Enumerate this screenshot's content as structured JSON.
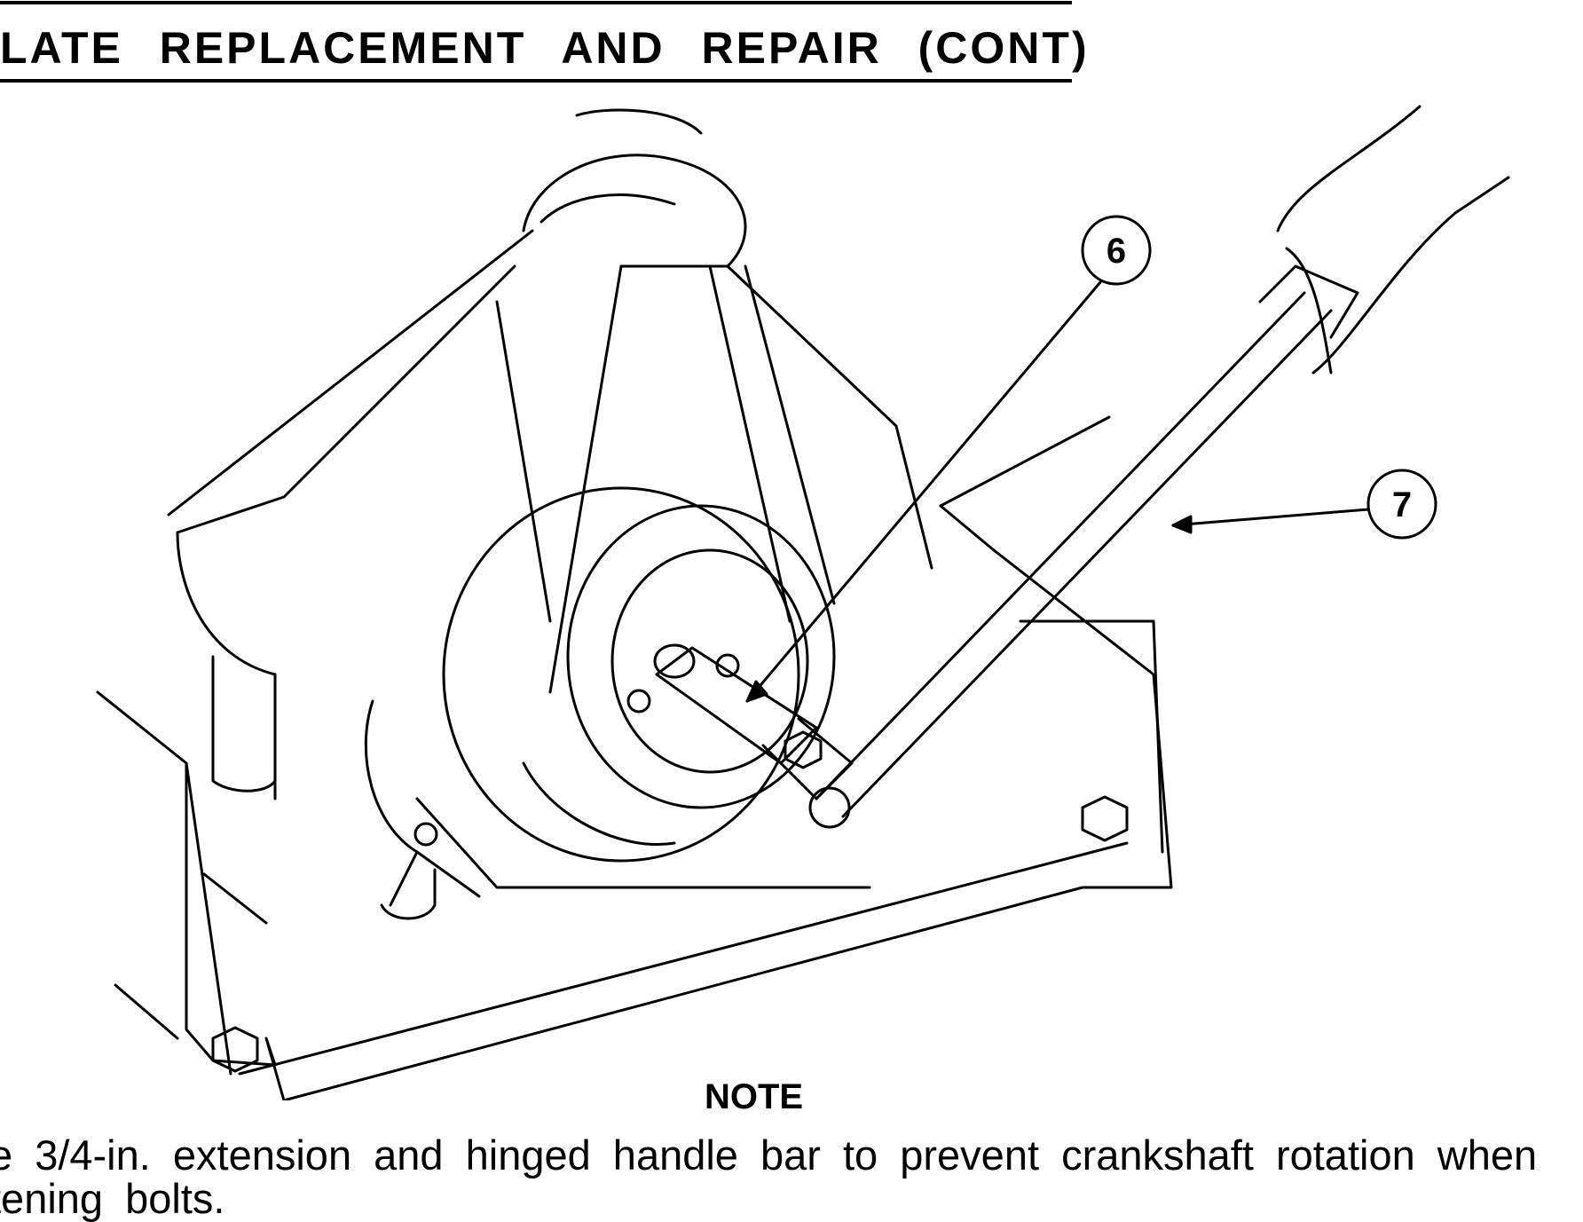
{
  "header": {
    "title": "LATE REPLACEMENT AND REPAIR (CONT)"
  },
  "illustration": {
    "callouts": [
      {
        "number": "6"
      },
      {
        "number": "7"
      }
    ]
  },
  "note": {
    "label": "NOTE",
    "text": "e 3/4-in. extension and hinged handle bar to prevent crankshaft rotation when tening bolts."
  }
}
